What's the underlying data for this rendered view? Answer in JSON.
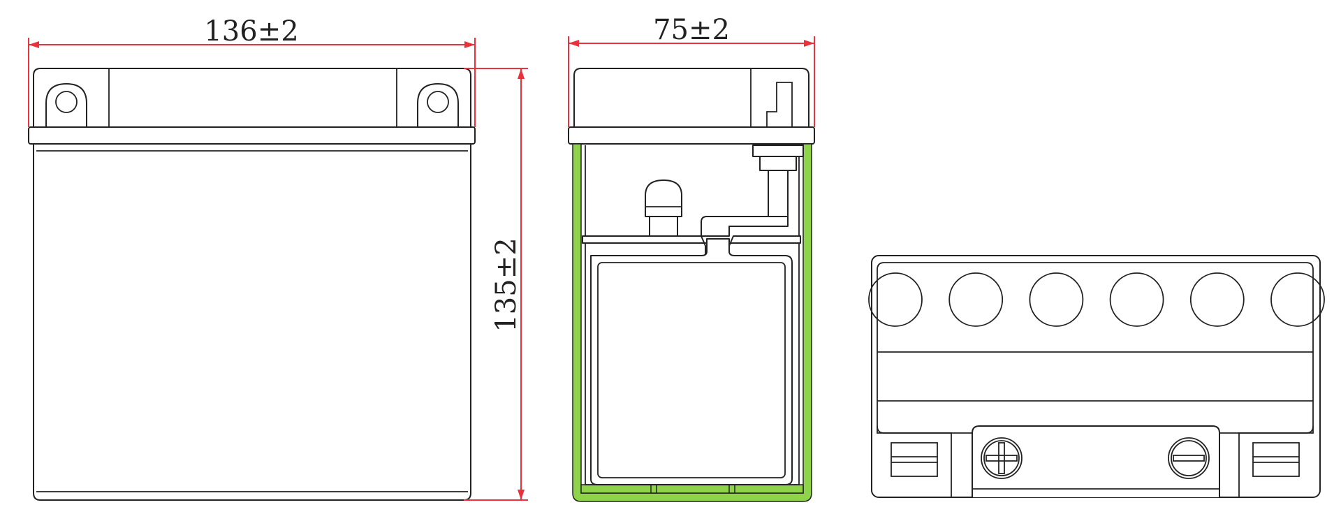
{
  "dimensions": {
    "length": "136±2",
    "width": "75±2",
    "height": "135±2"
  },
  "top_view": {
    "vent_cap_count": 6,
    "positive_symbol": "plus-terminal-icon",
    "negative_symbol": "minus-terminal-icon"
  },
  "colors": {
    "dimension_line": "#e8323c",
    "case_wall_section": "#8ed34a",
    "outline": "#222222"
  }
}
